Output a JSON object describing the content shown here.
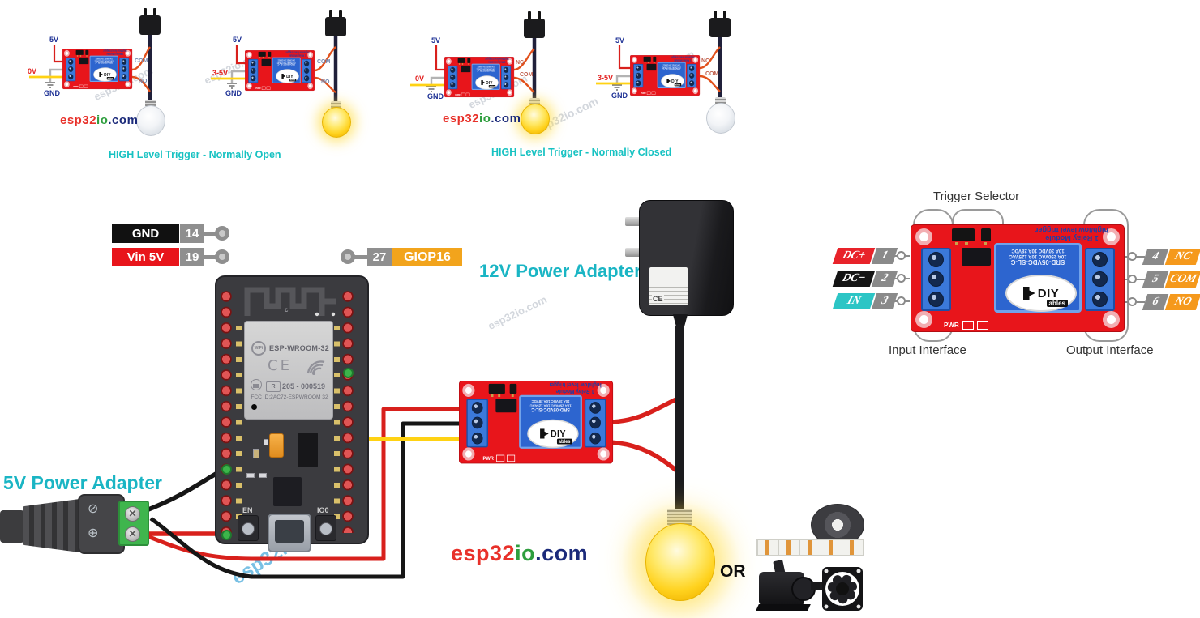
{
  "watermark": "esp32io.com",
  "brand": {
    "esp32": "esp32",
    "io": "io",
    "com": ".com"
  },
  "top": {
    "caption_open": "HIGH Level Trigger - Normally Open",
    "caption_closed": "HIGH Level Trigger - Normally Closed",
    "diagrams": [
      {
        "vcc": "5V",
        "sig": "0V",
        "gnd": "GND",
        "out1": "COM",
        "out2": "NO",
        "bulb": "off"
      },
      {
        "vcc": "5V",
        "sig": "3-5V",
        "gnd": "GND",
        "out1": "COM",
        "out2": "NO",
        "bulb": "on"
      },
      {
        "vcc": "5V",
        "sig": "0V",
        "gnd": "GND",
        "out1": "NC",
        "out2": "COM",
        "bulb": "on"
      },
      {
        "vcc": "5V",
        "sig": "3-5V",
        "gnd": "GND",
        "out1": "NC",
        "out2": "COM",
        "bulb": "off"
      }
    ]
  },
  "main": {
    "gnd_label": "GND",
    "gnd_pin": "14",
    "vin_label": "Vin 5V",
    "vin_pin": "19",
    "gpio_label": "GIOP16",
    "gpio_pin": "27",
    "adapter_12v": "12V Power Adapter",
    "adapter_5v": "5V Power Adapter",
    "or_label": "OR",
    "polarity_neg": "⊘",
    "polarity_pos": "⊕",
    "bulb_state": "on"
  },
  "esp32": {
    "antenna_mark": "c",
    "wifi_badge": "WiFi",
    "module_name": "ESP-WROOM-32",
    "ce_mark": "CE",
    "r_mark": "R",
    "serial": "205 - 000519",
    "fcc_line": "FCC ID:2AC72-ESPWROOM 32",
    "btn_en": "EN",
    "btn_io0": "IO0"
  },
  "relay": {
    "silk_title": "1 Relay Module",
    "silk_subtitle": "high/low level trigger",
    "cube_model": "SRD-05VDC-SL-C",
    "cube_rating1": "10A 250VAC 10A 125VAC",
    "cube_rating2": "10A 30VDC 10A 28VDC",
    "logo_diy": "DIY",
    "logo_ables": "ables",
    "pwr_label": "PWR"
  },
  "pinout": {
    "title": "Trigger Selector",
    "input_label": "Input Interface",
    "output_label": "Output Interface",
    "left_pins": [
      {
        "name": "DC+",
        "num": "1"
      },
      {
        "name": "DC−",
        "num": "2"
      },
      {
        "name": "IN",
        "num": "3"
      }
    ],
    "right_pins": [
      {
        "num": "4",
        "name": "NC"
      },
      {
        "num": "5",
        "name": "COM"
      },
      {
        "num": "6",
        "name": "NO"
      }
    ]
  },
  "colors": {
    "accent_cyan": "#1ab5c4",
    "board_red": "#e8151b",
    "pin_gray": "#8f8f8f",
    "gpio_orange": "#f2a41c",
    "gnd_black": "#111111",
    "dcplus_red": "#e8232a",
    "in_cyan": "#2cc5c5",
    "out_orange": "#f5991c",
    "logo_red": "#e8312a",
    "logo_green": "#2e9e3e",
    "logo_navy": "#1b2a7a"
  }
}
